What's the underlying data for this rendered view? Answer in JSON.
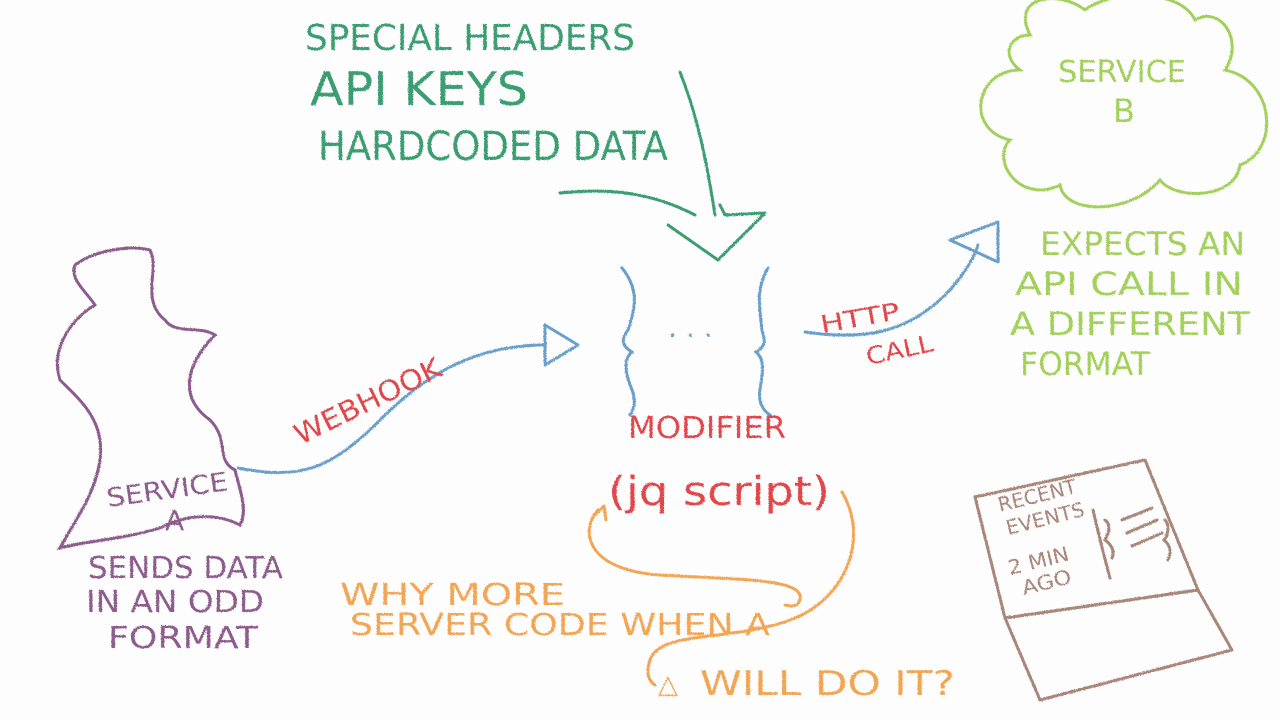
{
  "colors": {
    "green_teal": "#3a9d72",
    "lime": "#a2d05a",
    "purple": "#8c5b8c",
    "blue": "#6b9fc9",
    "red": "#e0474c",
    "orange": "#f2a552",
    "brown": "#a8877a"
  },
  "inputs": {
    "line1": "SPECIAL HEADERS",
    "line2": "API KEYS",
    "line3": "HARDCODED DATA"
  },
  "service_b": {
    "name_line1": "SERVICE",
    "name_line2": "B",
    "note_line1": "EXPECTS AN",
    "note_line2": "API CALL IN",
    "note_line3": "A DIFFERENT",
    "note_line4": "FORMAT"
  },
  "service_a": {
    "name_line1": "SERVICE",
    "name_line2": "A",
    "note_line1": "SENDS DATA",
    "note_line2": "IN AN ODD",
    "note_line3": "FORMAT"
  },
  "modifier": {
    "braces": "{  …  }",
    "title": "MODIFIER",
    "subtitle": "(jq script)"
  },
  "arrows": {
    "webhook_label": "WEBHOOK",
    "http_label_line1": "HTTP",
    "http_label_line2": "CALL"
  },
  "question": {
    "line1": "WHY MORE",
    "line2": "SERVER CODE WHEN A",
    "line3": "WILL DO IT?"
  },
  "laptop": {
    "line1": "RECENT",
    "line2": "EVENTS",
    "line3": "2 MIN",
    "line4": "AGO"
  }
}
